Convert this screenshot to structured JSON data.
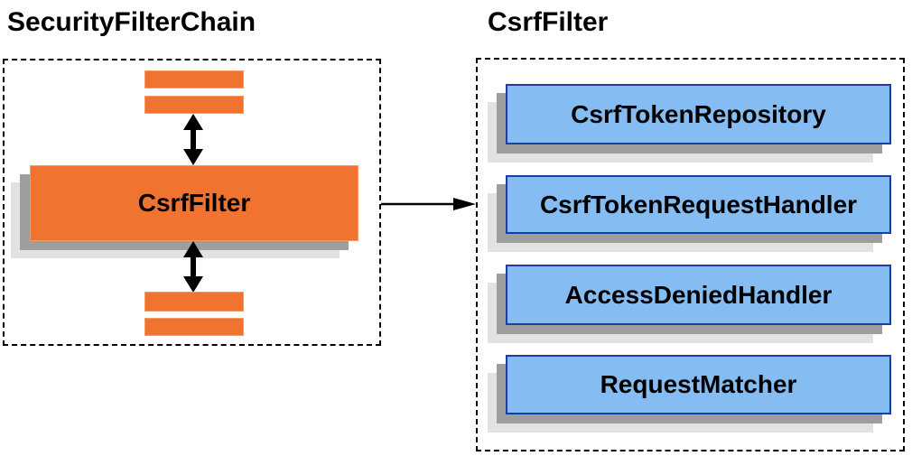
{
  "colors": {
    "orange": "#F0742F",
    "orange_border": "#F59A64",
    "blue_fill": "#85BDF2",
    "blue_border": "#1F3BA6",
    "shadow_dark": "#9E9E9E",
    "shadow_light": "#E2E2E2",
    "arrow": "#000000"
  },
  "left_panel": {
    "title": "SecurityFilterChain",
    "filter_label": "CsrfFilter"
  },
  "right_panel": {
    "title": "CsrfFilter",
    "components": [
      "CsrfTokenRepository",
      "CsrfTokenRequestHandler",
      "AccessDeniedHandler",
      "RequestMatcher"
    ]
  }
}
